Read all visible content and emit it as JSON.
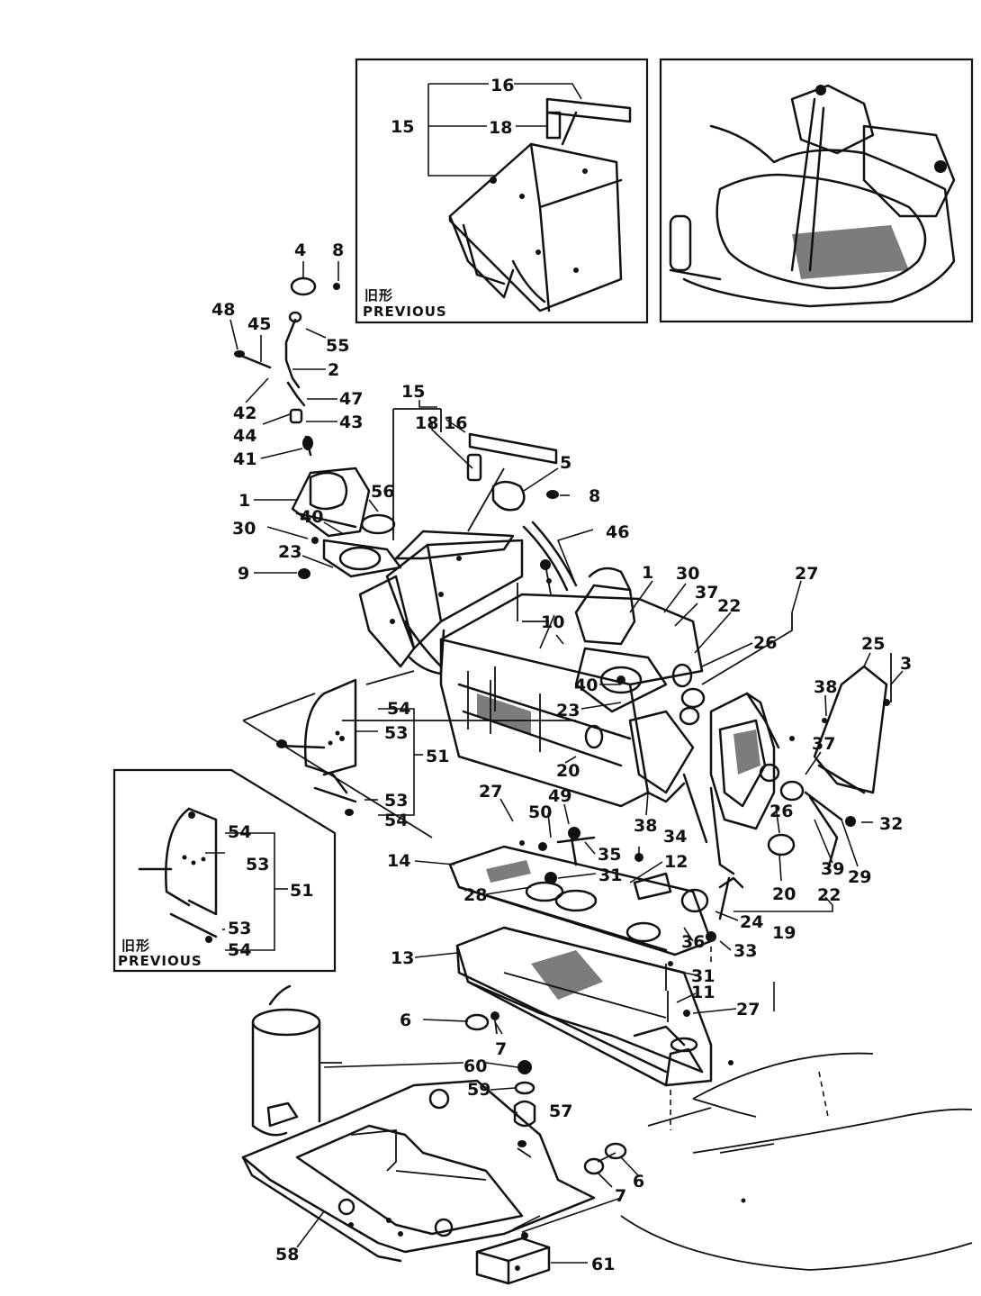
{
  "diagram": {
    "insets": {
      "top_left_caption_jp": "旧形",
      "top_left_caption_en": "PREVIOUS",
      "lower_left_caption_jp": "旧形",
      "lower_left_caption_en": "PREVIOUS"
    },
    "callouts": {
      "inset_top": [
        "16",
        "15",
        "18"
      ],
      "inset_left": [
        "54",
        "53",
        "51",
        "53",
        "54"
      ],
      "main": [
        "4",
        "8",
        "48",
        "45",
        "55",
        "2",
        "42",
        "47",
        "44",
        "43",
        "41",
        "15",
        "18",
        "16",
        "5",
        "8",
        "1",
        "56",
        "40",
        "30",
        "23",
        "9",
        "46",
        "27",
        "1",
        "30",
        "37",
        "22",
        "26",
        "10",
        "40",
        "23",
        "25",
        "3",
        "38",
        "54",
        "53",
        "51",
        "53",
        "54",
        "20",
        "37",
        "27",
        "49",
        "50",
        "38",
        "26",
        "32",
        "35",
        "34",
        "14",
        "31",
        "12",
        "28",
        "39",
        "29",
        "20",
        "22",
        "24",
        "19",
        "36",
        "33",
        "13",
        "31",
        "11",
        "27",
        "6",
        "7",
        "60",
        "59",
        "57",
        "6",
        "7",
        "58",
        "61"
      ]
    }
  }
}
